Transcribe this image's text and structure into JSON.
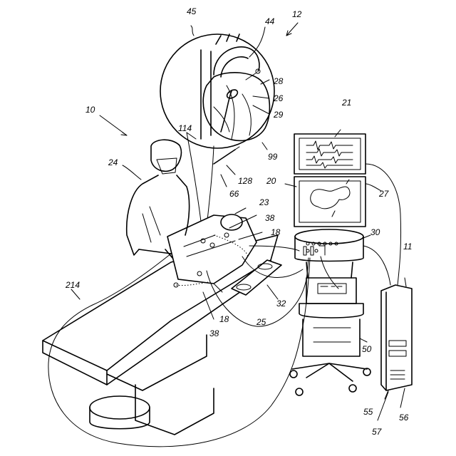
{
  "labels": {
    "n10": "10",
    "n11": "11",
    "n12": "12",
    "n18a": "18",
    "n18b": "18",
    "n20": "20",
    "n21": "21",
    "n23": "23",
    "n24": "24",
    "n25": "25",
    "n26": "26",
    "n27": "27",
    "n28": "28",
    "n29": "29",
    "n30": "30",
    "n32": "32",
    "n38a": "38",
    "n38b": "38",
    "n44": "44",
    "n45": "45",
    "n50": "50",
    "n55": "55",
    "n56": "56",
    "n57": "57",
    "n66": "66",
    "n99": "99",
    "n114": "114",
    "n128": "128",
    "n214": "214"
  }
}
